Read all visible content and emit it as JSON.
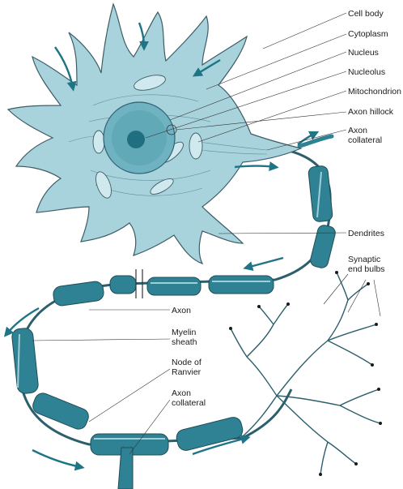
{
  "labels": {
    "cell_body": "Cell body",
    "cytoplasm": "Cytoplasm",
    "nucleus": "Nucleus",
    "nucleolus": "Nucleolus",
    "mitochondrion": "Mitochondrion",
    "axon_hillock": "Axon hillock",
    "axon_collateral_top": [
      "Axon",
      "collateral"
    ],
    "dendrites": "Dendrites",
    "synaptic_end_bulbs": [
      "Synaptic",
      "end bulbs"
    ],
    "axon": "Axon",
    "myelin_sheath": [
      "Myelin",
      "sheath"
    ],
    "node_of_ranvier": [
      "Node of",
      "Ranvier"
    ],
    "axon_collateral_bottom": [
      "Axon",
      "collateral"
    ]
  },
  "colors": {
    "cell_fill": "#a9d3dc",
    "cell_outline": "#3c5d66",
    "myelin": "#2f8293",
    "myelin_light": "#9fcfd9",
    "nucleus": "#6fb2c1",
    "nucleolus": "#1f6f80",
    "arrow": "#1f7585",
    "axon_line": "#2c5f6b"
  }
}
